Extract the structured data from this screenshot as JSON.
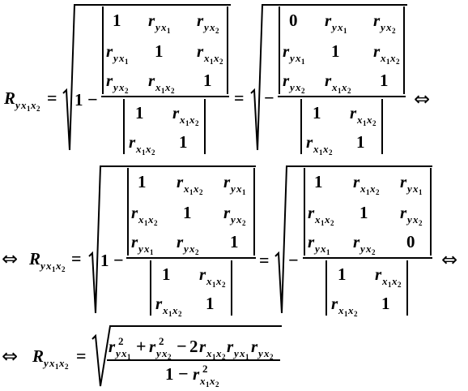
{
  "symbols": {
    "R": "R",
    "r": "r",
    "y": "y",
    "x": "x",
    "one": "1",
    "two": "2",
    "zero": "0",
    "equals": "=",
    "minus": "−",
    "plus": "+",
    "equivalence": "⇔"
  },
  "lines": [
    {
      "id": "line-1",
      "text": "R_yx1x2 = sqrt(1 − |1 r_yx1 r_yx2; r_yx1 1 r_x1x2; r_yx2 r_x1x2 1| / |1 r_x1x2; r_x1x2 1|) = sqrt(− |0 r_yx1 r_yx2; r_yx1 1 r_x1x2; r_yx2 r_x1x2 1| / |1 r_x1x2; r_x1x2 1|) ⇔"
    },
    {
      "id": "line-2",
      "text": "⇔ R_yx1x2 = sqrt(1 − |1 r_x1x2 r_yx1; r_x1x2 1 r_yx2; r_yx1 r_yx2 1| / |1 r_x1x2; r_x1x2 1|) = sqrt(− |1 r_x1x2 r_yx1; r_x1x2 1 r_yx2; r_yx1 r_yx2 0| / |1 r_x1x2; r_x1x2 1|) ⇔"
    },
    {
      "id": "line-3",
      "text": "⇔ R_yx1x2 = sqrt((r_yx1^2 + r_yx2^2 − 2 r_x1x2 r_yx1 r_yx2) / (1 − r_x1x2^2))"
    }
  ]
}
